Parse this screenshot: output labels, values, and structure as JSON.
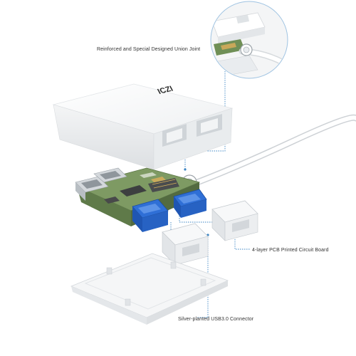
{
  "brand": {
    "logo_text": "ICZI"
  },
  "callouts": {
    "union_joint": "Reinforced and Special Designed Union Joint",
    "pcb": "4-layer PCB Printed Circuit Board",
    "connector": "Silver-planted USB3.0 Connector"
  },
  "colors": {
    "accent_blue": "#2f6fd6",
    "pcb_green": "#6b8a55",
    "leader_line": "#3b84c4",
    "shell_white": "#f7f7f7",
    "shell_shadow": "#d7d9db"
  }
}
